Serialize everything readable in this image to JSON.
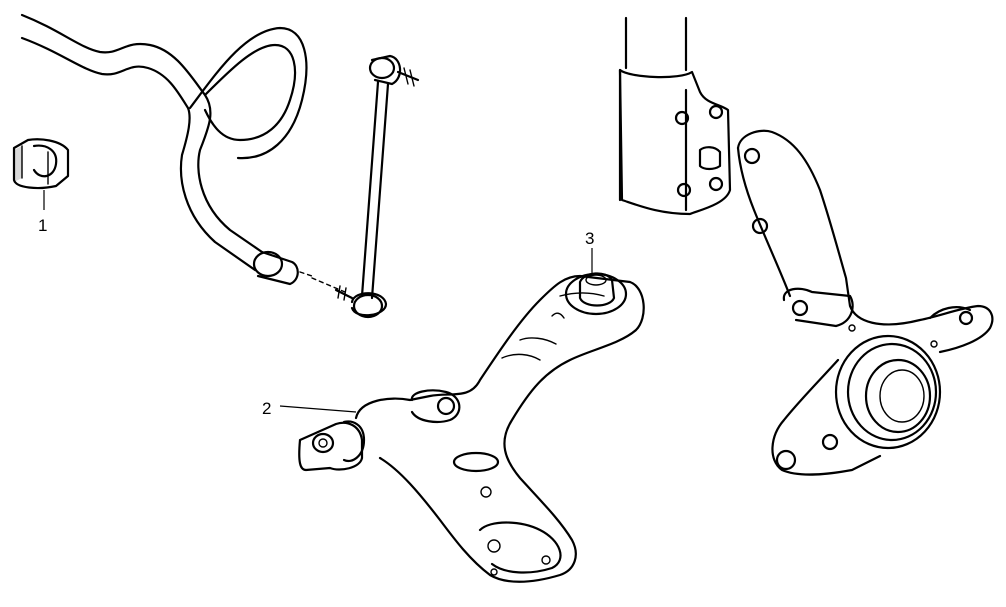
{
  "callouts": {
    "bushing": "1",
    "lower_arm_bushing": "2",
    "ball_joint": "3"
  }
}
